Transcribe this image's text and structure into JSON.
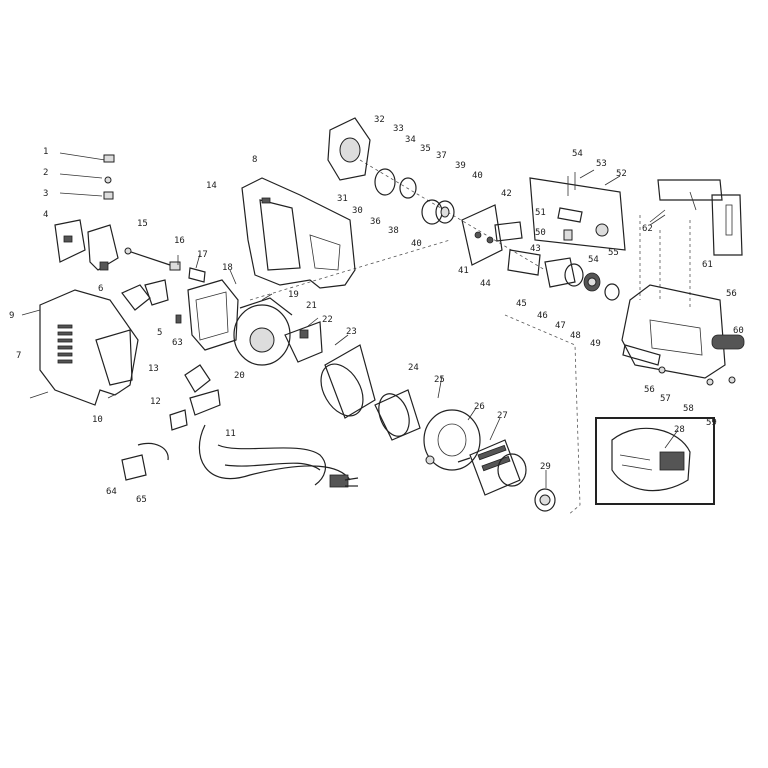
{
  "part_labels": [
    "1",
    "2",
    "3",
    "4",
    "5",
    "6",
    "7",
    "8",
    "9",
    "10",
    "11",
    "12",
    "13",
    "14",
    "15",
    "16",
    "17",
    "18",
    "19",
    "20",
    "21",
    "22",
    "23",
    "24",
    "25",
    "26",
    "27",
    "28",
    "29",
    "30",
    "31",
    "32",
    "33",
    "34",
    "35",
    "36",
    "37",
    "38",
    "39",
    "40",
    "40",
    "41",
    "42",
    "43",
    "44",
    "45",
    "46",
    "47",
    "48",
    "49",
    "50",
    "51",
    "52",
    "53",
    "54",
    "54",
    "55",
    "56",
    "56",
    "57",
    "58",
    "59",
    "60",
    "61",
    "62",
    "63",
    "64",
    "65"
  ]
}
